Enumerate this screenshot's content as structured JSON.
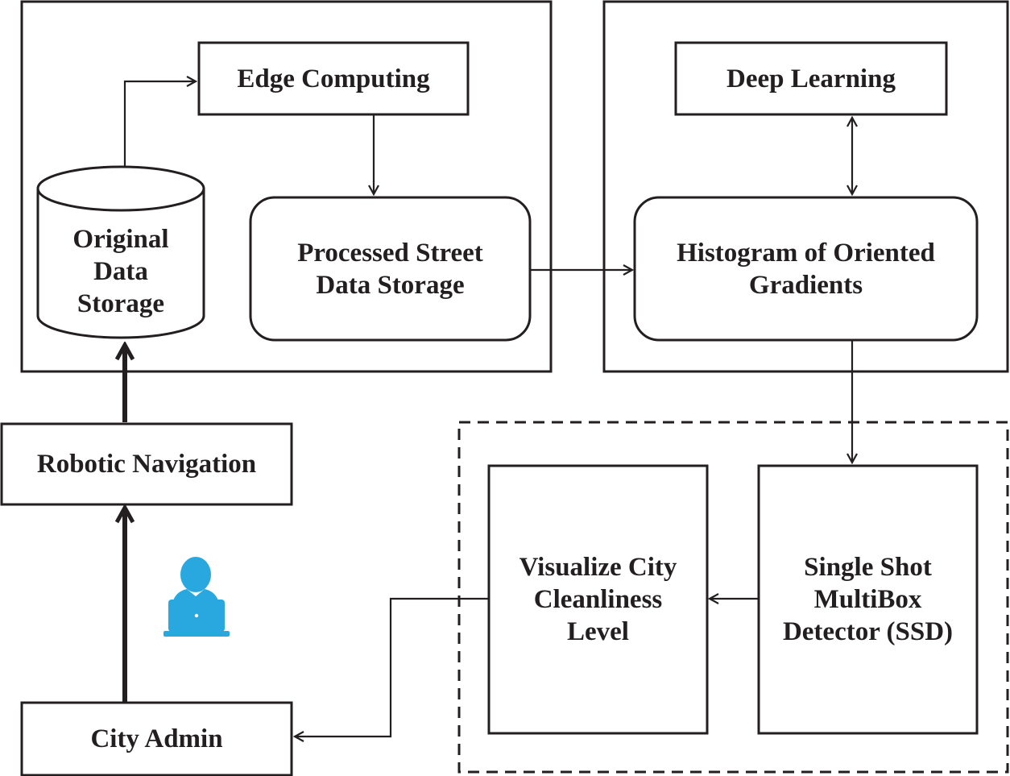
{
  "nodes": {
    "edge_computing": "Edge Computing",
    "original_storage": [
      "Original",
      "Data",
      "Storage"
    ],
    "processed_storage": [
      "Processed Street",
      "Data Storage"
    ],
    "deep_learning": "Deep Learning",
    "hog": [
      "Histogram of Oriented",
      "Gradients"
    ],
    "robotic_navigation": "Robotic Navigation",
    "city_admin": "City Admin",
    "visualize": [
      "Visualize City",
      "Cleanliness",
      "Level"
    ],
    "ssd": [
      "Single Shot",
      "MultiBox",
      "Detector (SSD)"
    ]
  },
  "icons": {
    "admin": "person-at-laptop-icon"
  },
  "colors": {
    "line": "#231f20",
    "icon": "#29a8e0"
  }
}
